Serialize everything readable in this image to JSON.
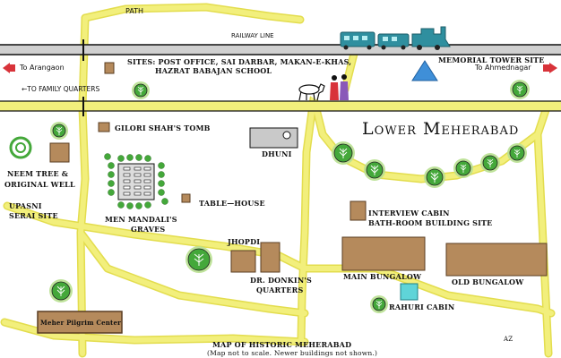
{
  "labels": {
    "path": "PATH",
    "railway": "RAILWAY LINE",
    "sites_line1": "SITES: POST OFFICE, SAI DARBAR, MAKAN-E-KHAS,",
    "sites_line2": "HAZRAT BABAJAN SCHOOL",
    "memorial_tower": "MEMORIAL TOWER SITE",
    "to_arangaon": "To Arangaon",
    "to_ahmednagar": "To Ahmednagar",
    "to_family": "←TO FAMILY QUARTERS",
    "gilori": "GILORI SHAH'S TOMB",
    "dhuni": "DHUNI",
    "title": "Lower Meherabad",
    "neem_line1": "NEEM TREE &",
    "neem_line2": "ORIGINAL WELL",
    "upasni_line1": "UPASNI",
    "upasni_line2": "SERAI SITE",
    "mandali_line1": "MEN MANDALI'S",
    "mandali_line2": "GRAVES",
    "table_house": "TABLE—HOUSE",
    "interview": "INTERVIEW CABIN",
    "bathroom": "BATH-ROOM  BUILDING SITE",
    "jhopdi": "JHOPDI",
    "donkin_line1": "DR. DONKIN'S",
    "donkin_line2": "QUARTERS",
    "main_bungalow": "MAIN BUNGALOW",
    "old_bungalow": "OLD BUNGALOW",
    "rahuri": "RAHURI CABIN",
    "pilgrim": "Meher Pilgrim Center",
    "map_title": "MAP OF HISTORIC MEHERABAD",
    "map_note": "(Map not to scale.  Newer buildings not shown.)",
    "initials": "AZ"
  },
  "colors": {
    "road": "#f2ef7c",
    "road_edge": "#e3dd4e",
    "building": "#b58a5c",
    "building_edge": "#5a3d22",
    "grave": "#c9c9c9",
    "tree_fill": "#44a83a",
    "tree_glow": "#b8e090",
    "rahuri": "#5fd4d8",
    "tower": "#3f8fd8",
    "arrow": "#d8333a",
    "train": "#2f8f9f"
  }
}
